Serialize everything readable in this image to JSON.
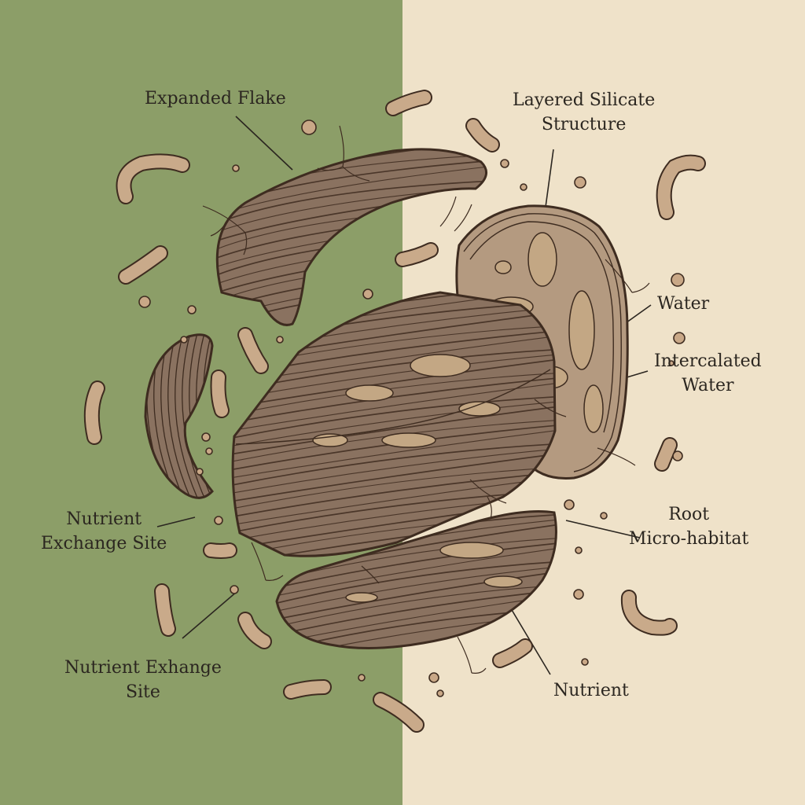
{
  "colors": {
    "left_panel": "#8c9e68",
    "right_panel": "#efe2c9",
    "flake_fill": "#8a7260",
    "flake_light": "#b49a80",
    "flake_pocket": "#c3a784",
    "flake_outline": "#3e2c20",
    "granule_fill": "#c9a887",
    "worm_fill": "#c9aa8a",
    "leader_line": "#2b2620",
    "label_text": "#2b2620"
  },
  "labels": {
    "expanded_flake": "Expanded Flake",
    "layered_silicate": {
      "line1": "Layered Silicate",
      "line2": "Structure"
    },
    "water": "Water",
    "intercalated_water": {
      "line1": "Intercalated",
      "line2": "Water"
    },
    "nutrient_exchange_site": {
      "line1": "Nutrient",
      "line2": "Exchange Site"
    },
    "root_micro_habitat": {
      "line1": "Root",
      "line2": "Micro-habitat"
    },
    "nutrient_exhange_site": {
      "line1": "Nutrient Exhange",
      "line2": "Site"
    },
    "nutrient": "Nutrient"
  }
}
